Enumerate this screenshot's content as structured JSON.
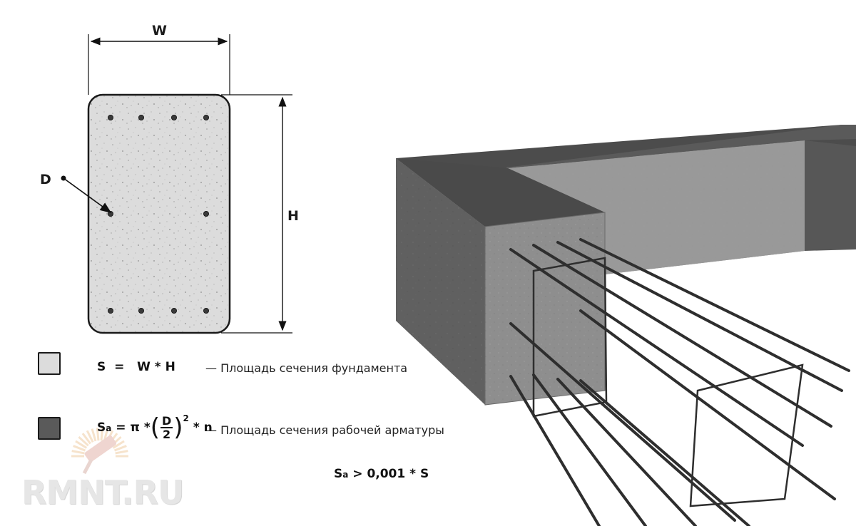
{
  "labels": {
    "width": "W",
    "height": "H",
    "diameter": "D"
  },
  "legend": {
    "section_area": {
      "formula_lhs": "S",
      "formula_rhs": "W * H",
      "description": "— Площадь сечения фундамента",
      "swatch_color": "#dcdcdc"
    },
    "rebar_area": {
      "formula_lhs": "S",
      "formula_sub": "a",
      "formula_pi": "π *",
      "frac_num": "D",
      "frac_den": "2",
      "exponent": "2",
      "formula_tail": "* n",
      "description": "— Площадь сечения рабочей арматуры",
      "swatch_color": "#5a5a5a"
    }
  },
  "condition": {
    "lhs": "S",
    "sub": "a",
    "rhs": "> 0,001 * S"
  },
  "watermark": "RMNT.RU",
  "colors": {
    "concrete_light": "#dcdcdc",
    "concrete_dark": "#5d5d5d",
    "rebar": "#2e2e2e",
    "line": "#111111"
  }
}
